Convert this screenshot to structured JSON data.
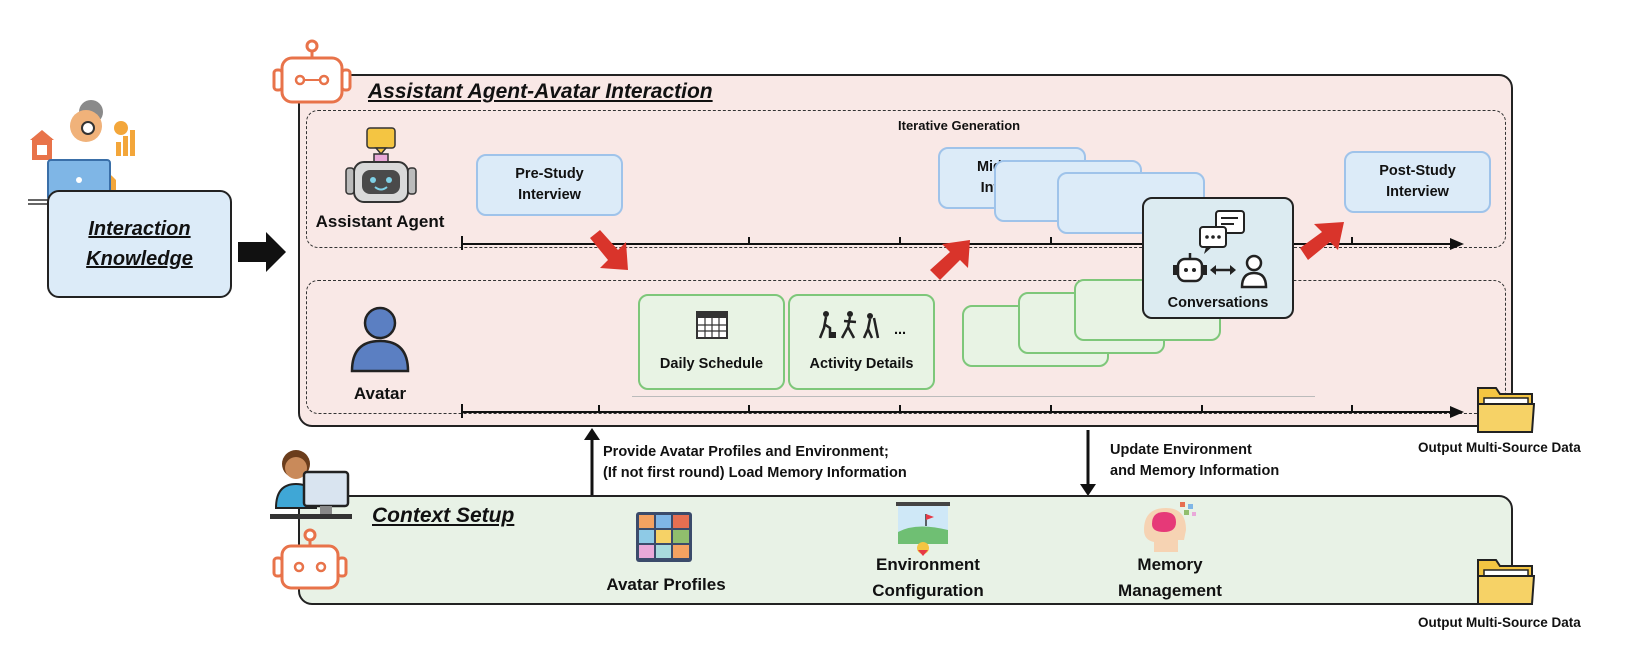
{
  "knowledge": {
    "line1": "Interaction ",
    "line2": "Knowledge"
  },
  "main_panel": {
    "title": "Assistant Agent-Avatar Interaction",
    "iterative_label": "Iterative Generation",
    "assistant_label": "Assistant Agent",
    "avatar_label": "Avatar",
    "pre_study": {
      "line1": "Pre-Study",
      "line2": "Interview"
    },
    "mid_study": {
      "line1": "Mid-Study",
      "line2": "Interview"
    },
    "post_study": {
      "line1": "Post-Study",
      "line2": "Interview"
    },
    "daily_schedule": "Daily Schedule",
    "activity_details": "Activity Details",
    "activity_ellipsis": "...",
    "conversations": "Conversations"
  },
  "flows": {
    "provide_line1": "Provide Avatar Profiles and Environment;",
    "provide_line2": "(If not first round) Load Memory Information",
    "update_line1": "Update Environment",
    "update_line2": "and Memory Information"
  },
  "context_panel": {
    "title": "Context Setup",
    "avatar_profiles": "Avatar Profiles",
    "env_line1": "Environment",
    "env_line2": "Configuration",
    "mem_line1": "Memory",
    "mem_line2": "Management"
  },
  "outputs": {
    "top": "Output Multi-Source Data",
    "bottom": "Output Multi-Source Data"
  },
  "colors": {
    "main_bg": "#f9e8e6",
    "ctx_bg": "#e8f2e6",
    "blue_box": "#dcebf8",
    "green_border": "#7ec77a",
    "red_arrow": "#d9342b"
  }
}
